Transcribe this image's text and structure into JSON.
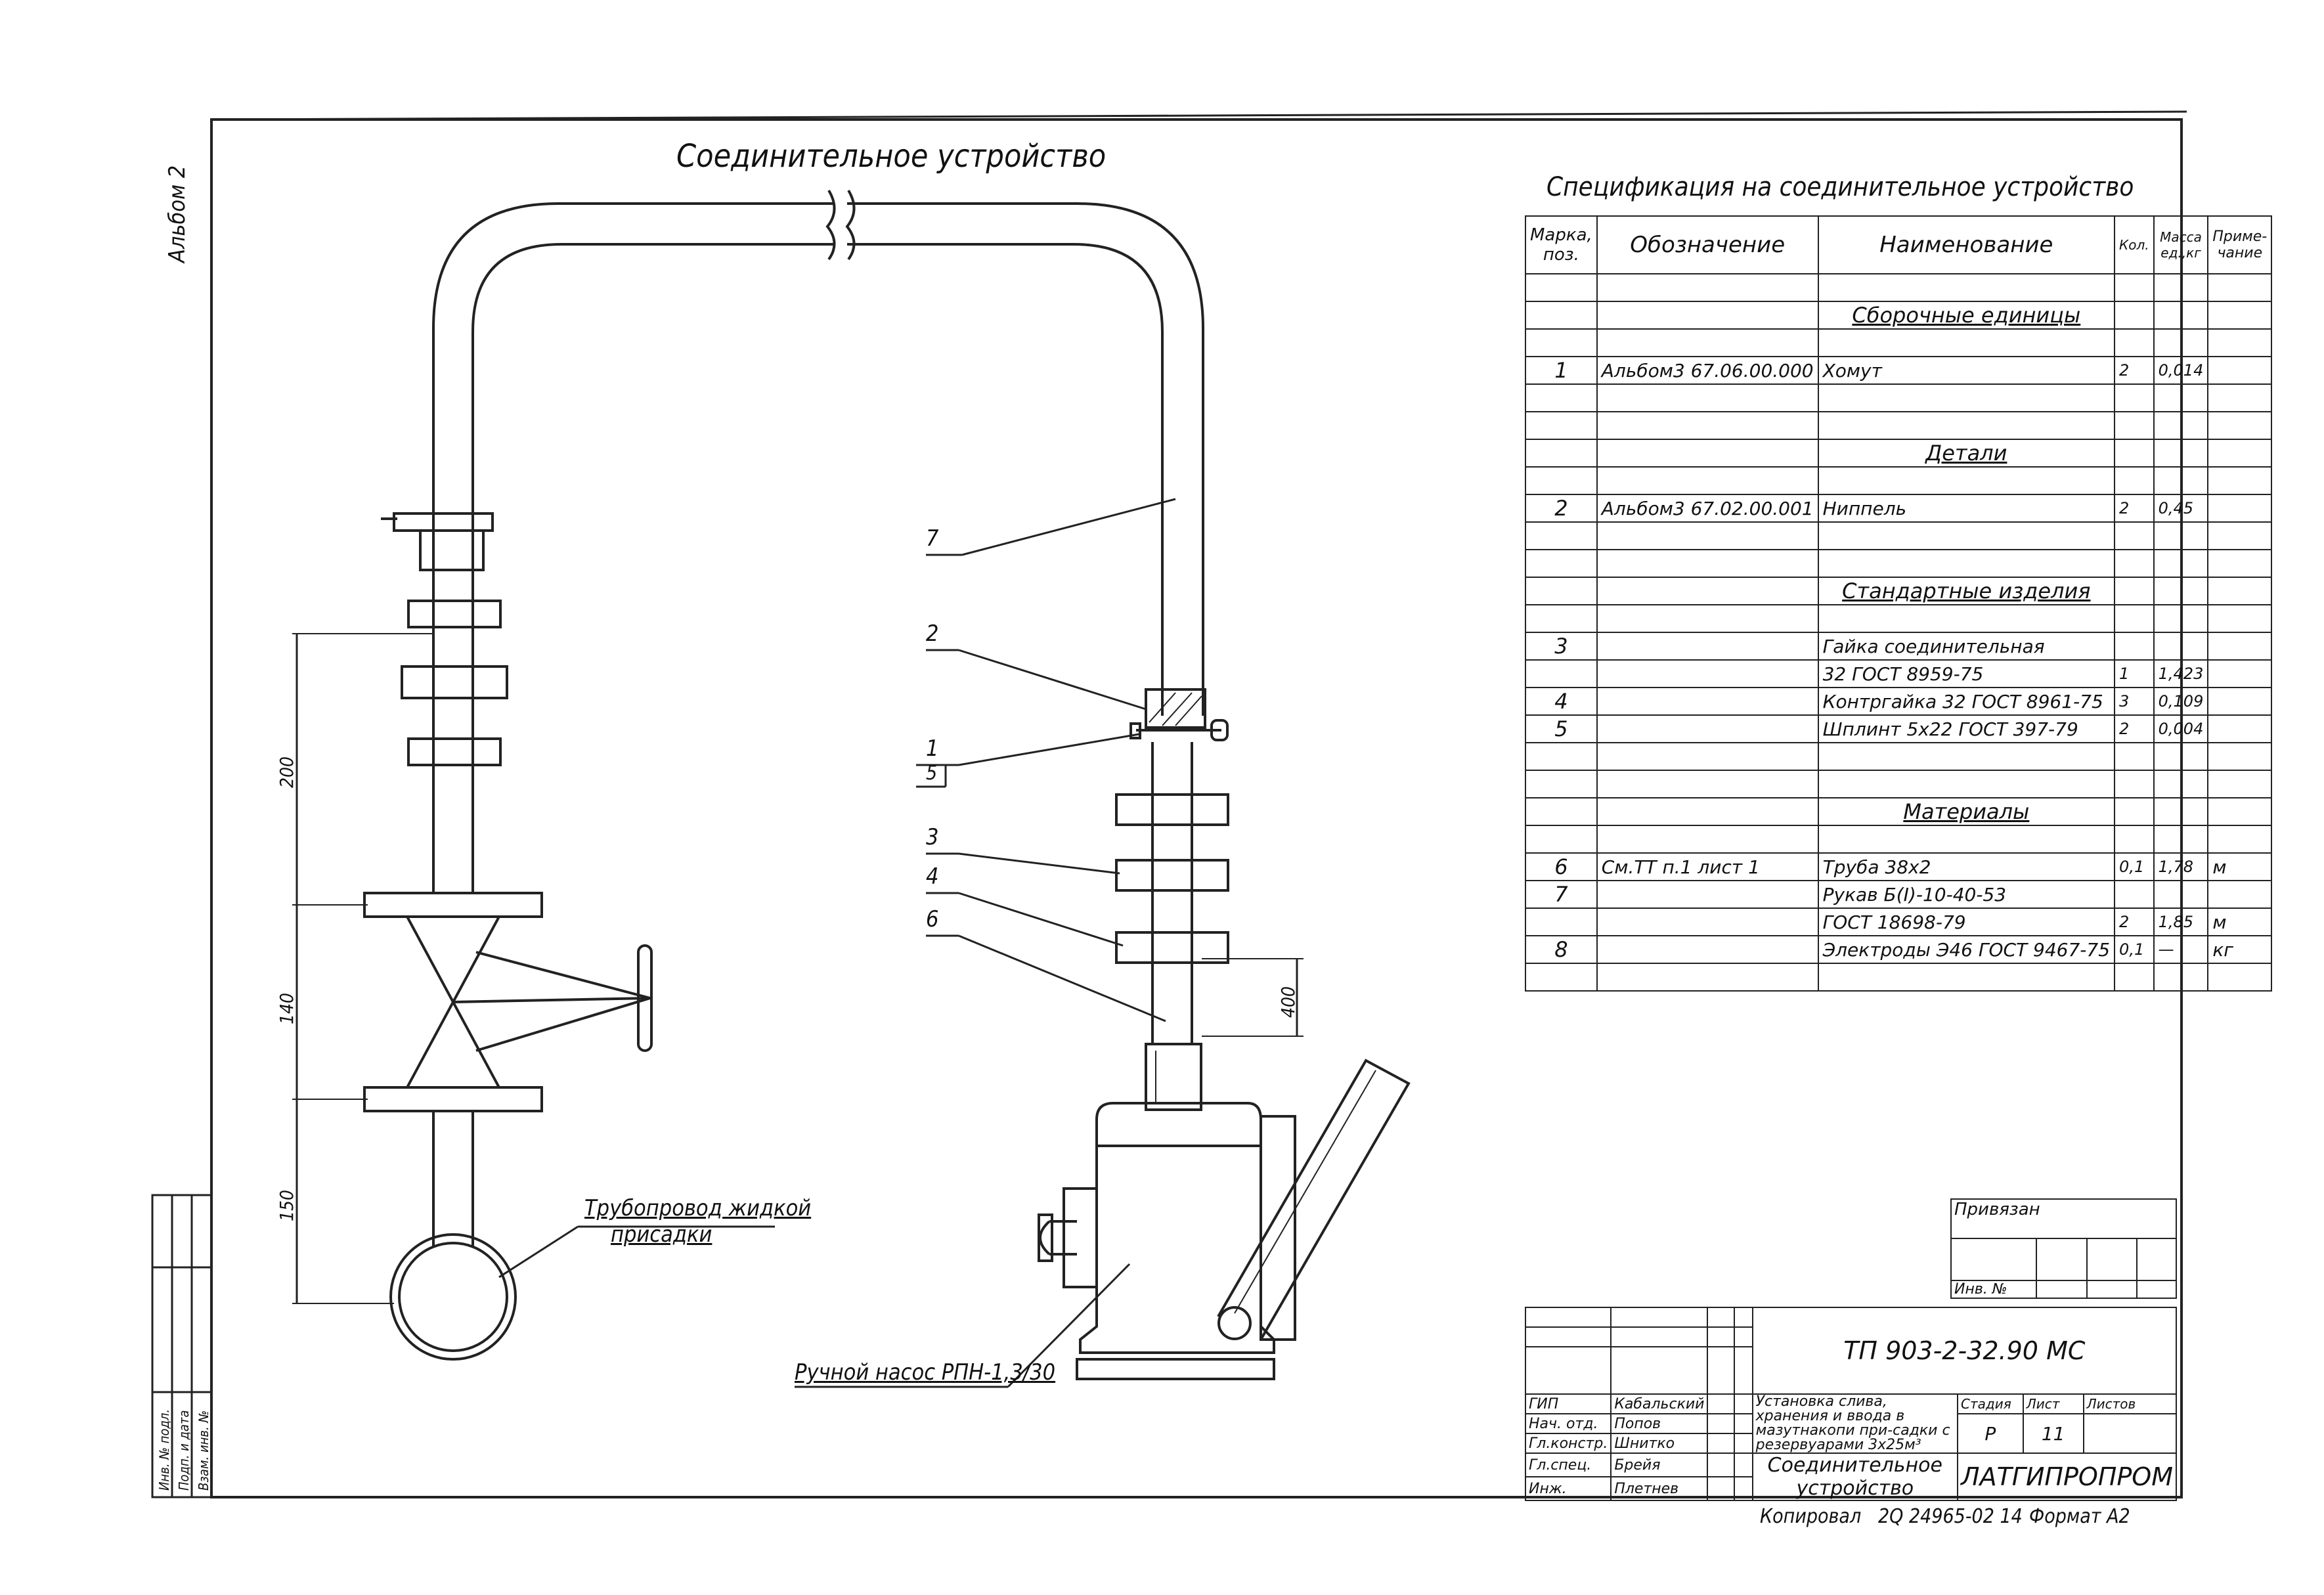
{
  "album_label": "Альбом 2",
  "drawing": {
    "title": "Соединительное устройство",
    "callouts": [
      "7",
      "2",
      "1",
      "5",
      "3",
      "4",
      "6"
    ],
    "dimensions": {
      "d200": "200",
      "d140": "140",
      "d150": "150",
      "d400": "400"
    },
    "pipeline_label_line1": "Трубопровод жидкой",
    "pipeline_label_line2": "присадки",
    "pump_label": "Ручной насос РПН-1,3/30"
  },
  "spec": {
    "title": "Спецификация на соединительное устройство",
    "headers": [
      "Марка, поз.",
      "Обозначение",
      "Наименование",
      "Кол.",
      "Масса ед.,кг",
      "Приме-чание"
    ],
    "rows": [
      {
        "type": "blank"
      },
      {
        "type": "section",
        "name": "Сборочные единицы"
      },
      {
        "type": "blank"
      },
      {
        "type": "item",
        "pos": "1",
        "code": "Альбом3 67.06.00.000",
        "name": "Хомут",
        "qty": "2",
        "mass": "0,014",
        "note": ""
      },
      {
        "type": "blank"
      },
      {
        "type": "blank"
      },
      {
        "type": "section",
        "name": "Детали"
      },
      {
        "type": "blank"
      },
      {
        "type": "item",
        "pos": "2",
        "code": "Альбом3 67.02.00.001",
        "name": "Ниппель",
        "qty": "2",
        "mass": "0,45",
        "note": ""
      },
      {
        "type": "blank"
      },
      {
        "type": "blank"
      },
      {
        "type": "section",
        "name": "Стандартные изделия"
      },
      {
        "type": "blank"
      },
      {
        "type": "item",
        "pos": "3",
        "code": "",
        "name": "Гайка соединительная",
        "qty": "",
        "mass": "",
        "note": ""
      },
      {
        "type": "item",
        "pos": "",
        "code": "",
        "name": "32 ГОСТ 8959-75",
        "qty": "1",
        "mass": "1,423",
        "note": ""
      },
      {
        "type": "item",
        "pos": "4",
        "code": "",
        "name": "Контргайка 32 ГОСТ 8961-75",
        "qty": "3",
        "mass": "0,109",
        "note": ""
      },
      {
        "type": "item",
        "pos": "5",
        "code": "",
        "name": "Шплинт 5х22 ГОСТ 397-79",
        "qty": "2",
        "mass": "0,004",
        "note": ""
      },
      {
        "type": "blank"
      },
      {
        "type": "blank"
      },
      {
        "type": "section",
        "name": "Материалы"
      },
      {
        "type": "blank"
      },
      {
        "type": "item",
        "pos": "6",
        "code": "См.ТТ п.1 лист 1",
        "name": "Труба 38х2",
        "qty": "0,1",
        "mass": "1,78",
        "note": "м"
      },
      {
        "type": "item",
        "pos": "7",
        "code": "",
        "name": "Рукав Б(I)-10-40-53",
        "qty": "",
        "mass": "",
        "note": ""
      },
      {
        "type": "item",
        "pos": "",
        "code": "",
        "name": "ГОСТ 18698-79",
        "qty": "2",
        "mass": "1,85",
        "note": "м"
      },
      {
        "type": "item",
        "pos": "8",
        "code": "",
        "name": "Электроды Э46 ГОСТ 9467-75",
        "qty": "0,1",
        "mass": "—",
        "note": "кг"
      },
      {
        "type": "blank"
      }
    ]
  },
  "privyazan": {
    "label": "Привязан",
    "inv": "Инв. №"
  },
  "title_block": {
    "doc_code": "ТП 903-2-32.90  МС",
    "project_desc": "Установка слива, хранения и ввода в мазутнакопи при-садки с резервуарами 3х25м³",
    "stage_label": "Стадия",
    "sheet_label": "Лист",
    "sheets_label": "Листов",
    "stage": "Р",
    "sheet": "11",
    "sheets": "",
    "sheet_title_line1": "Соединительное",
    "sheet_title_line2": "устройство",
    "org": "ЛАТГИПРОПРОМ",
    "roles": [
      {
        "role": "ГИП",
        "name": "Кабальский"
      },
      {
        "role": "Нач. отд.",
        "name": "Попов"
      },
      {
        "role": "Гл.констр.",
        "name": "Шнитко"
      },
      {
        "role": "Гл.спец.",
        "name": "Брейя"
      },
      {
        "role": "Инж.",
        "name": "Плетнев"
      }
    ]
  },
  "side_stamp": [
    "Инв. № подл.",
    "Подп. и дата",
    "Взам. инв. №"
  ],
  "footer": {
    "copied": "Копировал",
    "order": "2Q 24965-02  14",
    "format": "Формат  А2"
  }
}
